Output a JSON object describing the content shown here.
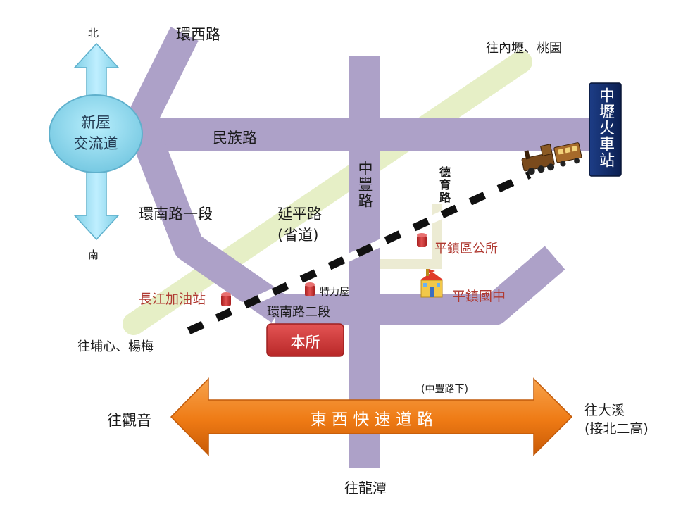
{
  "compass": {
    "north": "北",
    "south": "南"
  },
  "interchange": {
    "line1": "新屋",
    "line2": "交流道"
  },
  "roads": {
    "huanxi": "環西路",
    "minzu": "民族路",
    "zhongfeng": "中豐路",
    "deyu": "德育路",
    "huannan1": "環南路一段",
    "yanping": "延平路",
    "provincial": "(省道)",
    "huannan2": "環南路二段",
    "expressway": "東 西 快 速 道 路",
    "under_note": "(中豐路下)"
  },
  "destinations": {
    "neili": "往內壢、桃園",
    "pusin": "往埔心、楊梅",
    "guanyin": "往觀音",
    "daxi_line1": "往大溪",
    "daxi_line2": "(接北二高)",
    "longtan": "往龍潭"
  },
  "station": {
    "name": "中壢火車站"
  },
  "landmarks": {
    "district_office": "平鎮區公所",
    "junior_high": "平鎮國中",
    "gas_station": "長江加油站",
    "teliwu": "特力屋"
  },
  "office": {
    "label": "本所"
  },
  "colors": {
    "road": "#ada1c8",
    "rail_bed": "#e6efc6",
    "arrow_blue": "#8fdcee",
    "expressway_orange": "#f07f18",
    "station_navy": "#102a66",
    "office_red": "#d03a3a",
    "landmark_red": "#b03a32"
  }
}
